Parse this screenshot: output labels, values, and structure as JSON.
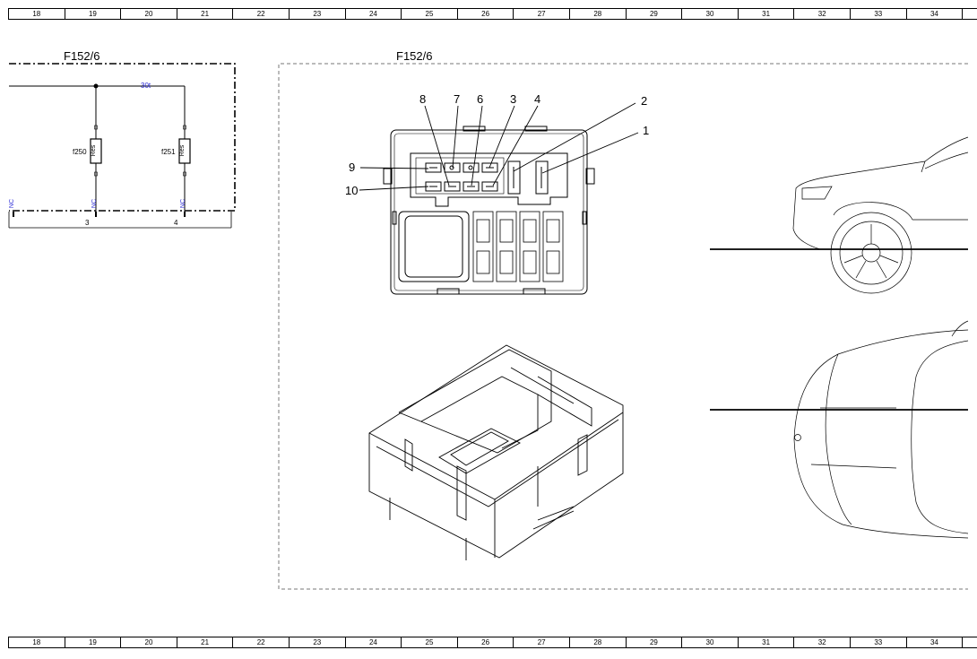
{
  "ruler": {
    "columns": [
      "18",
      "19",
      "20",
      "21",
      "22",
      "23",
      "24",
      "25",
      "26",
      "27",
      "28",
      "29",
      "30",
      "31",
      "32",
      "33",
      "34"
    ]
  },
  "schematic": {
    "component_label": "F152/6",
    "net_label": "30t",
    "fuses": [
      {
        "name": "f250",
        "value": "Res",
        "nc": "NC",
        "pin": "3"
      },
      {
        "name": "f251",
        "value": "Res",
        "nc": "NC",
        "pin": "4"
      }
    ],
    "left_nc": "NC"
  },
  "connector_view": {
    "component_label": "F152/6",
    "pin_callouts": [
      "8",
      "7",
      "6",
      "3",
      "4",
      "2",
      "1",
      "9",
      "10"
    ]
  },
  "colors": {
    "net_label": "#2b2bd6",
    "line": "#000000",
    "dashed_border": "#777777"
  }
}
